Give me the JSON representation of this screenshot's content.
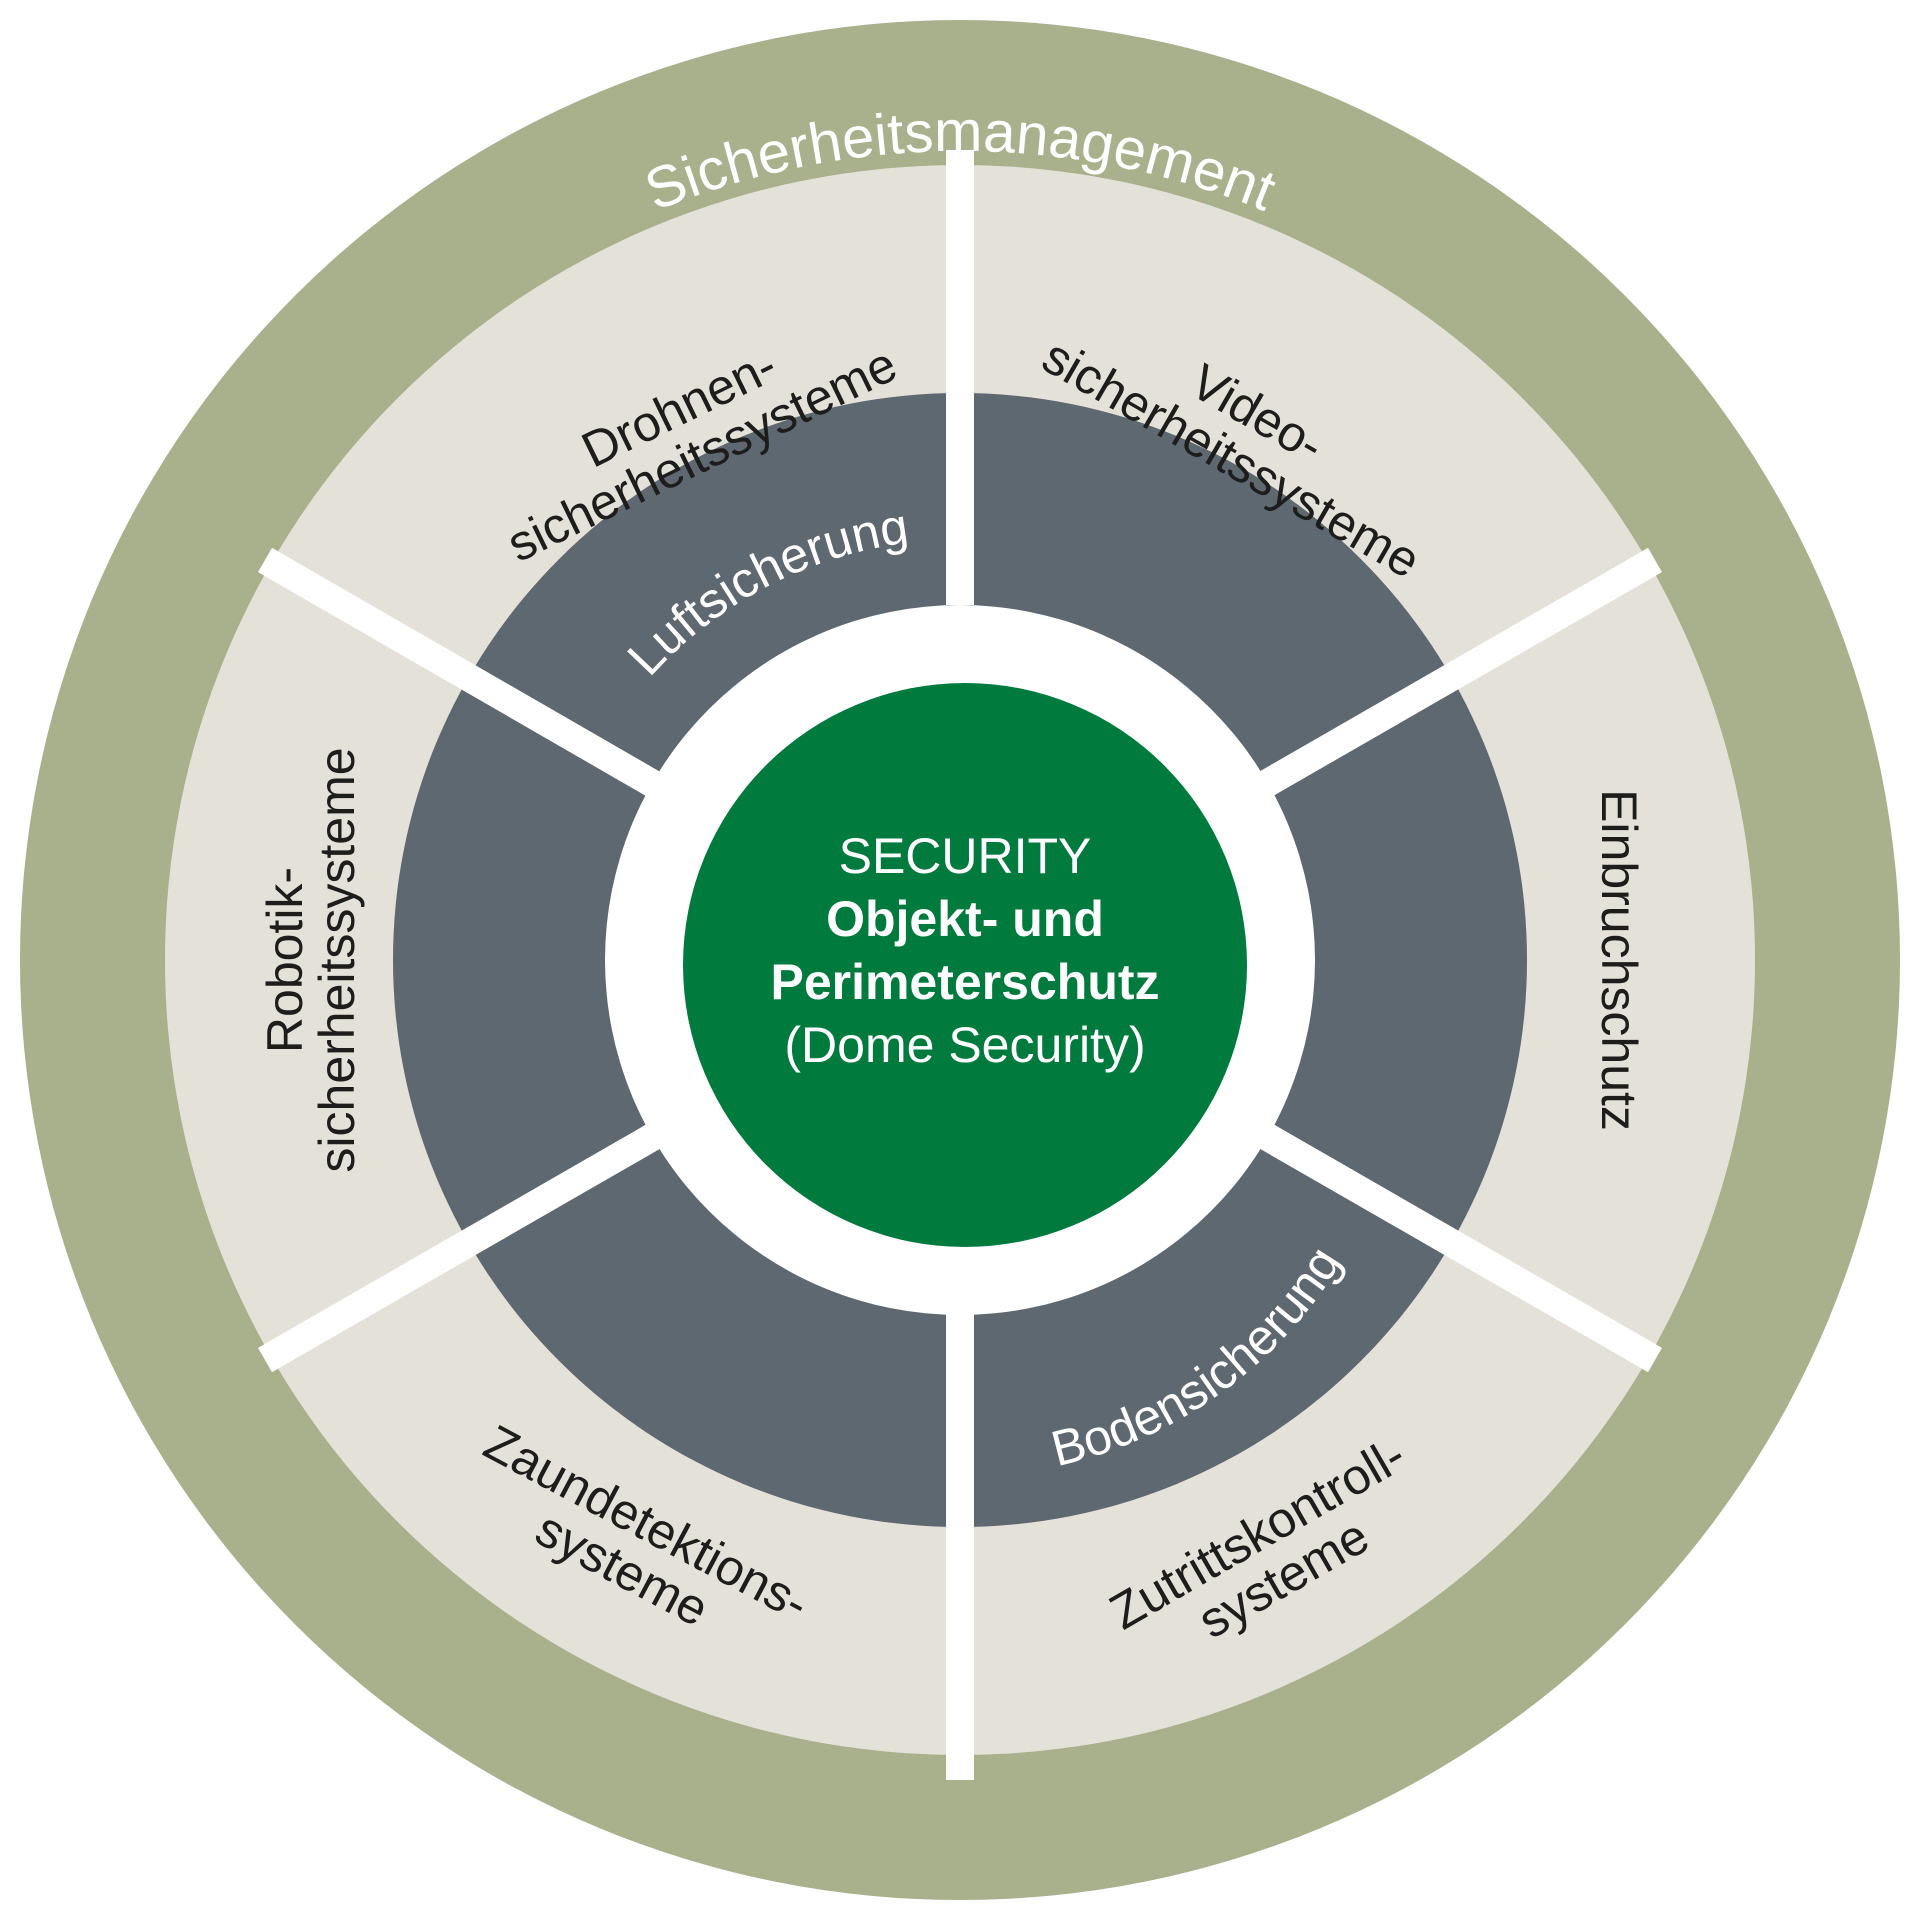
{
  "outer_ring": {
    "label": "Sicherheitsmanagement"
  },
  "zones": {
    "air": "Luftsicherung",
    "ground": "Bodensicherung"
  },
  "segments": [
    {
      "id": "drohnen",
      "lines": [
        "Drohnen-",
        "sicherheitssysteme"
      ]
    },
    {
      "id": "video",
      "lines": [
        "Video-",
        "sicherheitssysteme"
      ]
    },
    {
      "id": "einbruch",
      "lines": [
        "Einbruchschutz"
      ]
    },
    {
      "id": "zutritt",
      "lines": [
        "Zutrittskontroll-",
        "systeme"
      ]
    },
    {
      "id": "zaun",
      "lines": [
        "Zaundetektions-",
        "systeme"
      ]
    },
    {
      "id": "robotik",
      "lines": [
        "Robotik-",
        "sicherheitssysteme"
      ]
    }
  ],
  "core": {
    "line1": "SECURITY",
    "line2": "Objekt- und",
    "line3": "Perimeterschutz",
    "line4": "(Dome Security)"
  },
  "colors": {
    "outer_ring": "#a8b08c",
    "segment_fill": "#e4e1d9",
    "zone_fill": "#5e6870",
    "core_fill": "#007a3d",
    "divider": "#ffffff"
  }
}
